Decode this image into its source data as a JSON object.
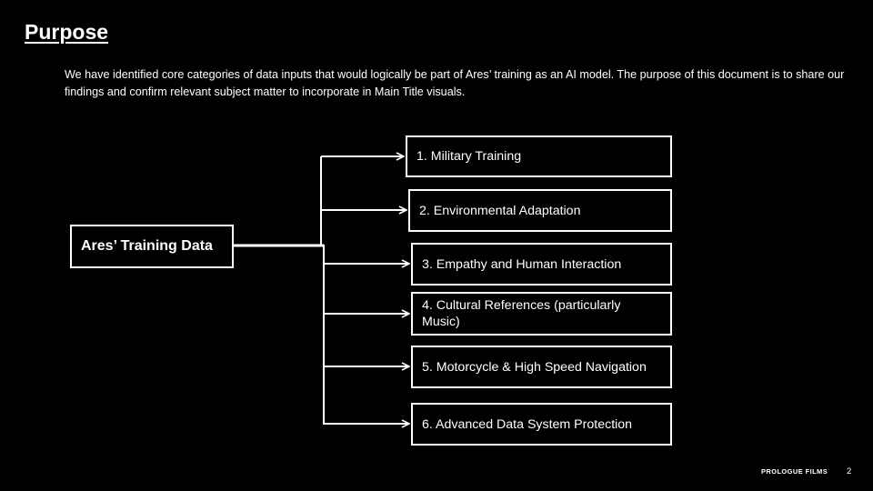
{
  "slide": {
    "title": "Purpose",
    "intro": "We have identified core categories of data inputs that would logically be part of Ares’ training as an AI model. The purpose of this document is to share our findings and confirm relevant subject matter to incorporate in Main Title visuals."
  },
  "diagram": {
    "root": "Ares’ Training Data",
    "categories": [
      "1. Military Training",
      "2. Environmental Adaptation",
      "3. Empathy and Human Interaction",
      "4. Cultural References (particularly Music)",
      "5. Motorcycle & High Speed Navigation",
      "6. Advanced Data System Protection"
    ]
  },
  "footer": {
    "brand": "PROLOGUE FILMS",
    "page": "2"
  },
  "colors": {
    "background": "#000000",
    "foreground": "#ffffff"
  }
}
